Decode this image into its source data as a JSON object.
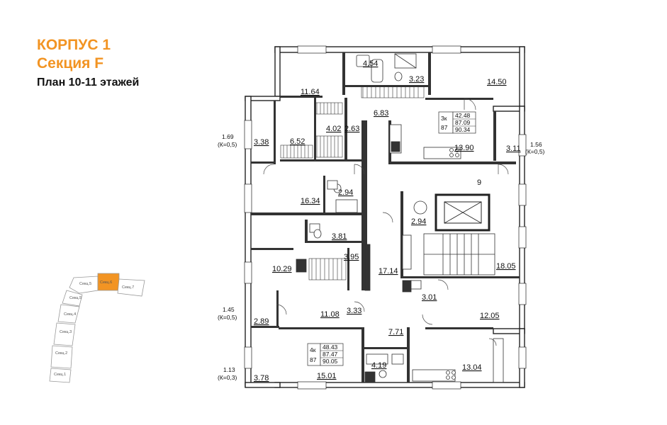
{
  "header": {
    "building": "КОРПУС 1",
    "section": "Секция F",
    "plan": "План 10-11 этажей"
  },
  "colors": {
    "accent": "#F29423",
    "wall": "#333333",
    "keyplan_highlight": "#F29423"
  },
  "rooms": {
    "r454": "4.54",
    "r323": "3.23",
    "r1450": "14.50",
    "r1164": "11.64",
    "r683": "6.83",
    "r402": "4.02",
    "r263": "2.63",
    "r652": "6.52",
    "r338": "3.38",
    "r1390": "13.90",
    "r311": "3.11",
    "r9": "9",
    "r294a": "2.94",
    "r1634": "16.34",
    "r294b": "2.94",
    "r381": "3.81",
    "r395": "3.95",
    "r1029": "10.29",
    "r1714": "17.14",
    "r1805": "18.05",
    "r301": "3.01",
    "r1108": "11.08",
    "r333": "3.33",
    "r289": "2.89",
    "r1205": "12.05",
    "r771": "7.71",
    "r419": "4.19",
    "r1501": "15.01",
    "r1304": "13.04",
    "r378": "3.78"
  },
  "balconies": {
    "b1": {
      "area": "1.69",
      "k": "(К=0,5)"
    },
    "b2": {
      "area": "1.56",
      "k": "(К=0,5)"
    },
    "b3": {
      "area": "1.45",
      "k": "(К=0,5)"
    },
    "b4": {
      "area": "1.13",
      "k": "(К=0,3)"
    }
  },
  "apartments": {
    "a1": {
      "rooms": "3к",
      "number": "87",
      "living": "42.48",
      "total": "87.09",
      "total_k": "90.34"
    },
    "a2": {
      "rooms": "4к",
      "number": "87",
      "living": "48.43",
      "total": "87.47",
      "total_k": "90.05"
    }
  },
  "keyplan": {
    "sections": [
      "Секц.1",
      "Секц.2",
      "Секц.3",
      "Секц.4",
      "Секц.5",
      "Секц.6",
      "Секц.7"
    ],
    "highlighted": "Секц.6"
  }
}
